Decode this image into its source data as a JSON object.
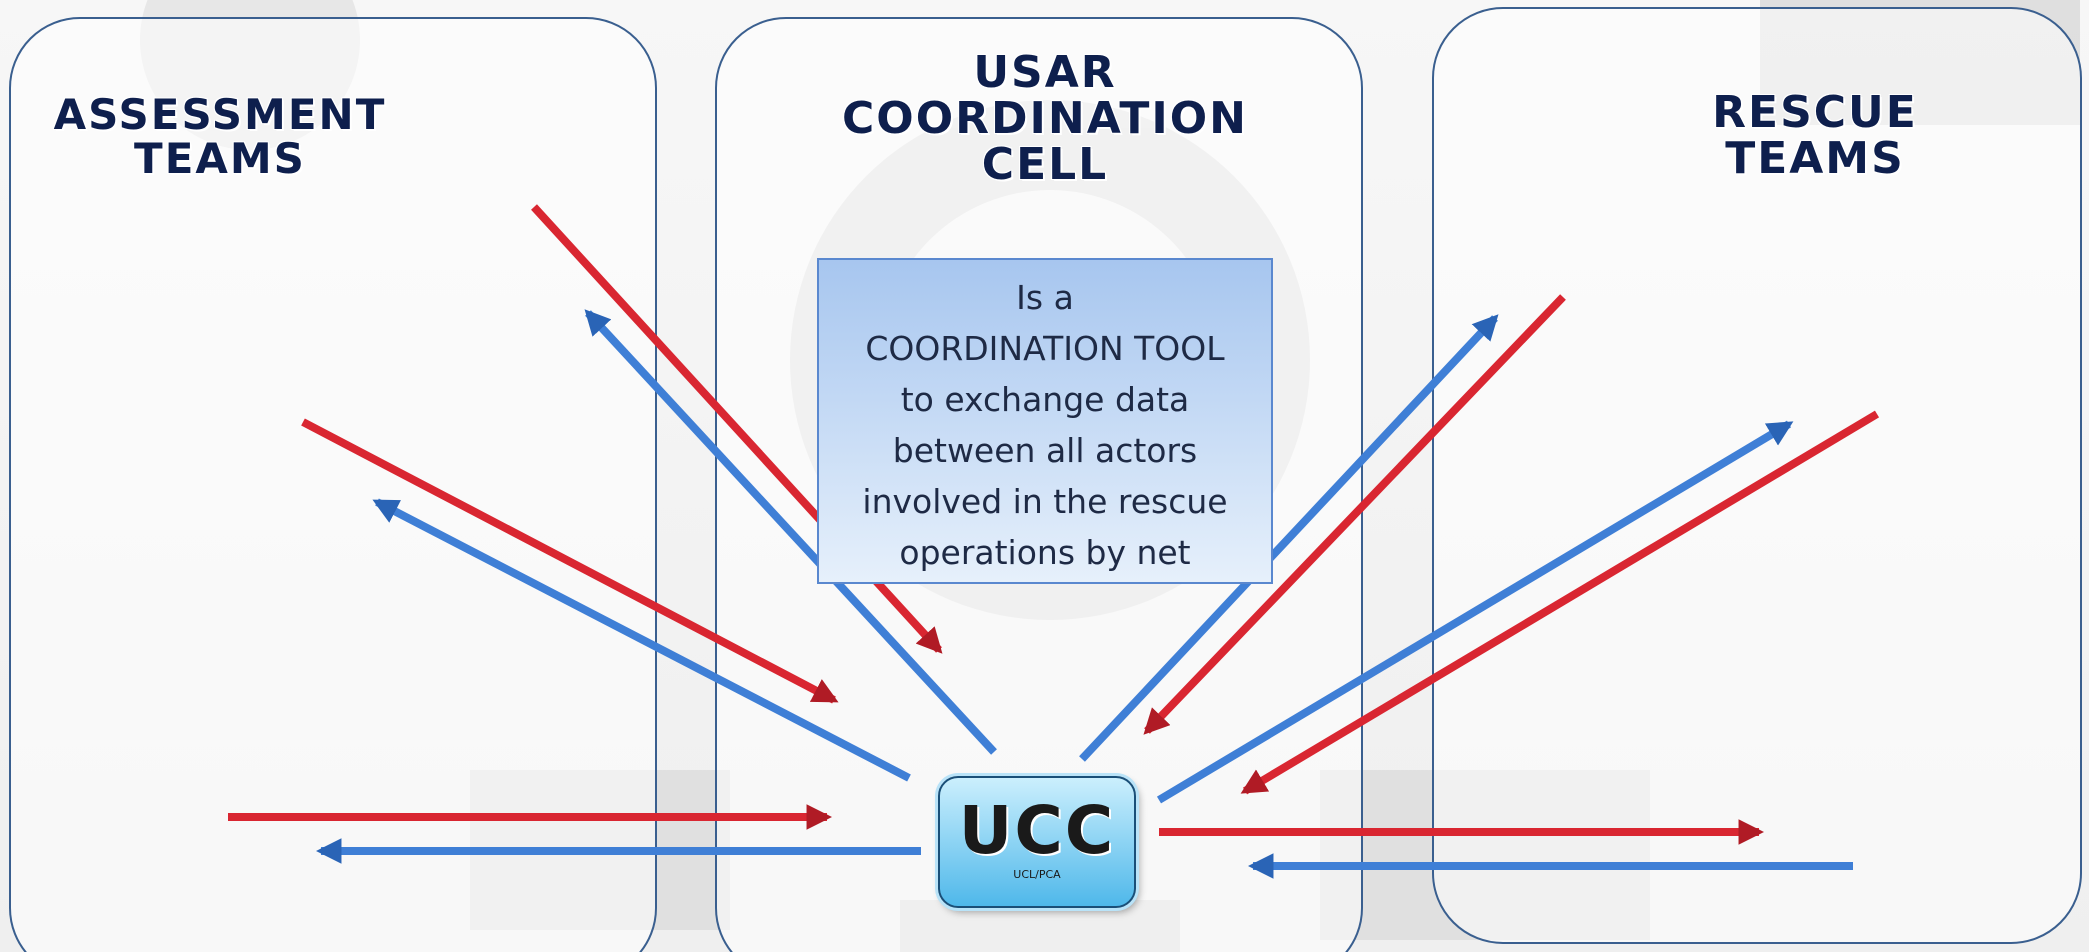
{
  "panels": {
    "left_title": "ASSESSMENT\nTEAMS",
    "center_title": "USAR\nCOORDINATION\nCELL",
    "right_title": "RESCUE\nTEAMS"
  },
  "center_box": {
    "lines": [
      "Is a",
      "COORDINATION TOOL",
      "to exchange data",
      "between all actors",
      "involved in the rescue",
      "operations  by net"
    ]
  },
  "ucc": {
    "label": "UCC",
    "sublabel": "UCL/PCA"
  },
  "colors": {
    "title": "#0e1f4d",
    "arrow_red": "#d92631",
    "arrow_blue": "#3f7fd6",
    "panel_border": "#3a5f8f"
  },
  "icons": [
    "firefighter-icon",
    "fire-truck-icon",
    "hazard-wheel-icon"
  ]
}
